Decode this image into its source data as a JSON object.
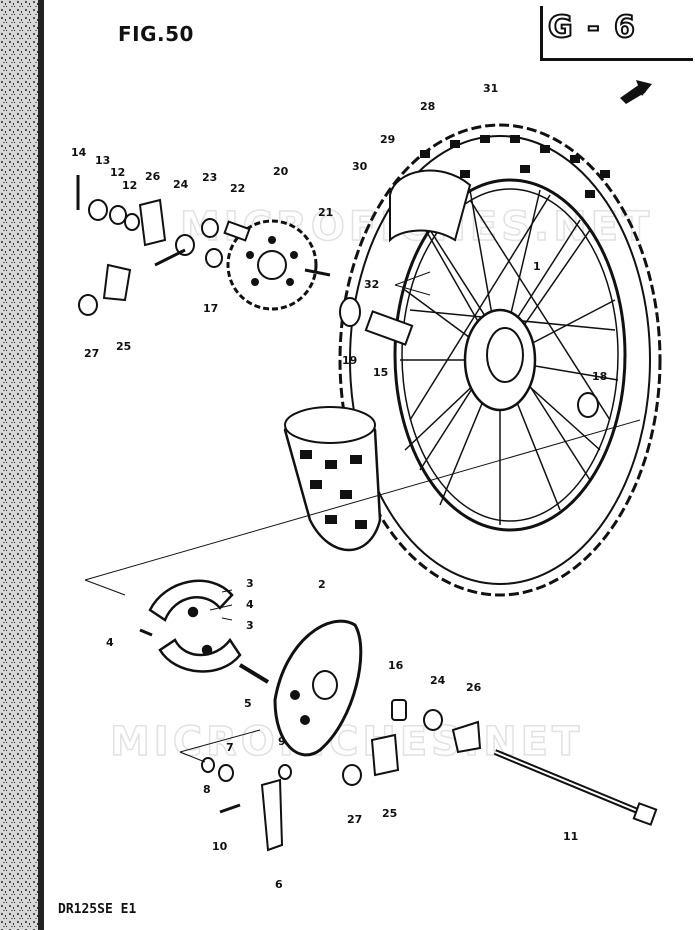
{
  "figure": {
    "title": "FIG.50",
    "section_code": "G - 6",
    "model_code": "DR125SE  E1"
  },
  "watermark": {
    "text_top": "MICROFICHES.NET",
    "text_bottom": "MICROFICHES.NET"
  },
  "callouts": {
    "p1": "1",
    "p2": "2",
    "p3a": "3",
    "p3b": "3",
    "p4a": "4",
    "p4b": "4",
    "p5": "5",
    "p6": "6",
    "p7": "7",
    "p8": "8",
    "p9": "9",
    "p10": "10",
    "p11": "11",
    "p12a": "12",
    "p12b": "12",
    "p13": "13",
    "p14": "14",
    "p15": "15",
    "p16": "16",
    "p17": "17",
    "p18": "18",
    "p19": "19",
    "p20": "20",
    "p21": "21",
    "p22": "22",
    "p23": "23",
    "p24a": "24",
    "p24b": "24",
    "p25a": "25",
    "p25b": "25",
    "p26a": "26",
    "p26b": "26",
    "p27a": "27",
    "p27b": "27",
    "p28": "28",
    "p29": "29",
    "p30": "30",
    "p31": "31",
    "p32": "32"
  }
}
